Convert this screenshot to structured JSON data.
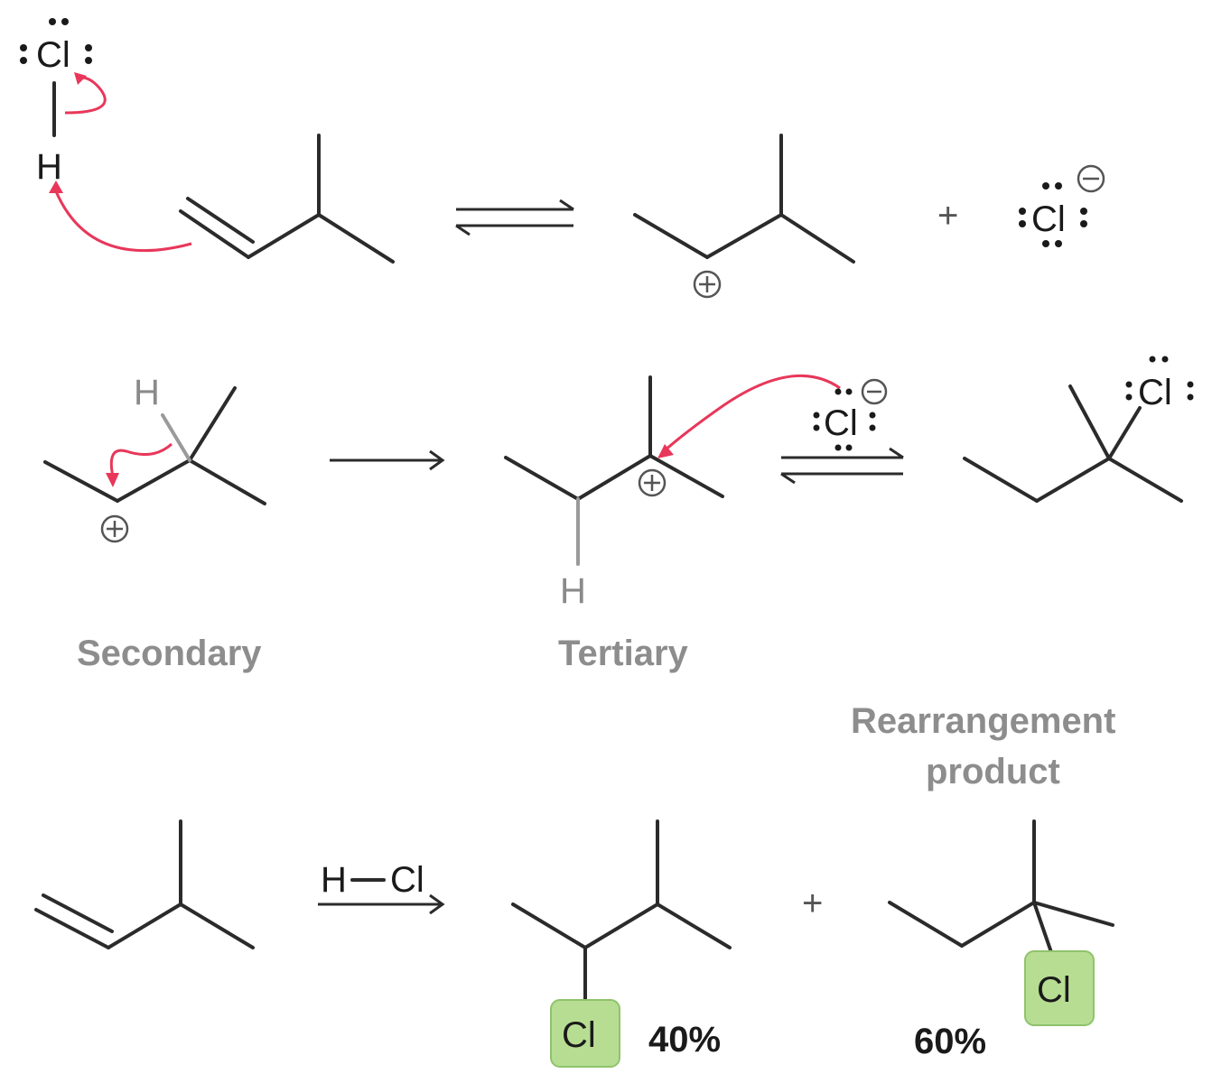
{
  "atoms": {
    "chlorine": "Cl",
    "hydrogen": "H",
    "reagent_h": "H",
    "reagent_cl": "Cl"
  },
  "labels": {
    "secondary": "Secondary",
    "tertiary": "Tertiary",
    "rearrangement_line1": "Rearrangement",
    "rearrangement_line2": "product"
  },
  "yields": {
    "product_a": "40%",
    "product_b": "60%"
  },
  "symbols": {
    "plus": "+"
  },
  "colors": {
    "curly_arrow": "#e8375a",
    "highlight": "#b7dd93",
    "label_gray": "#8d8d8d"
  }
}
